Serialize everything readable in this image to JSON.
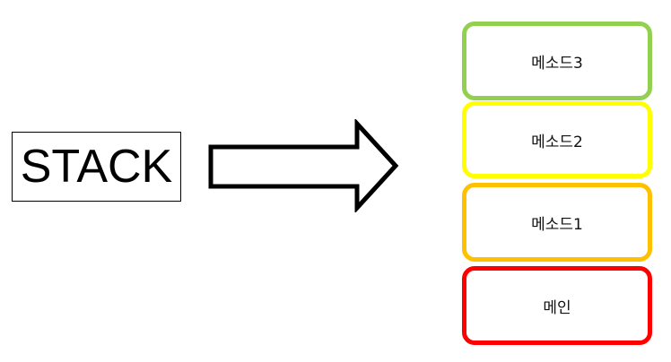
{
  "stack_label": "STACK",
  "arrow_icon": "right-arrow-outline",
  "frames": [
    {
      "label": "메소드3",
      "color": "#92d050"
    },
    {
      "label": "메소드2",
      "color": "#ffff00"
    },
    {
      "label": "메소드1",
      "color": "#ffc000"
    },
    {
      "label": "메인",
      "color": "#ff0000"
    }
  ]
}
